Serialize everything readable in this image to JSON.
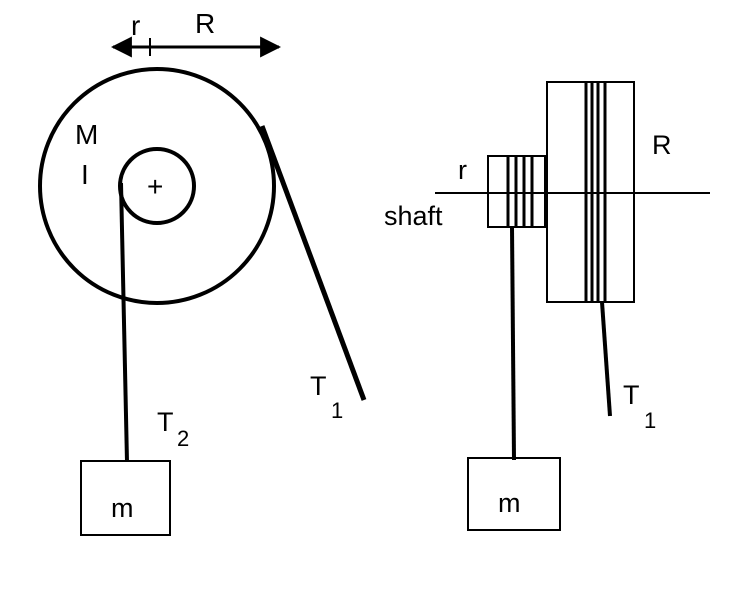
{
  "colors": {
    "line": "#000000",
    "background": "#ffffff"
  },
  "front_view": {
    "small_radius_label": "r",
    "large_radius_label": "R",
    "mass_label": "M",
    "inertia_label": "I",
    "axle_symbol": "+",
    "tension1_main": "T",
    "tension1_sub": "1",
    "tension2_main": "T",
    "tension2_sub": "2",
    "block_label": "m"
  },
  "side_view": {
    "small_radius_label": "r",
    "large_radius_label": "R",
    "shaft_label": "shaft",
    "tension1_main": "T",
    "tension1_sub": "1",
    "block_label": "m"
  }
}
